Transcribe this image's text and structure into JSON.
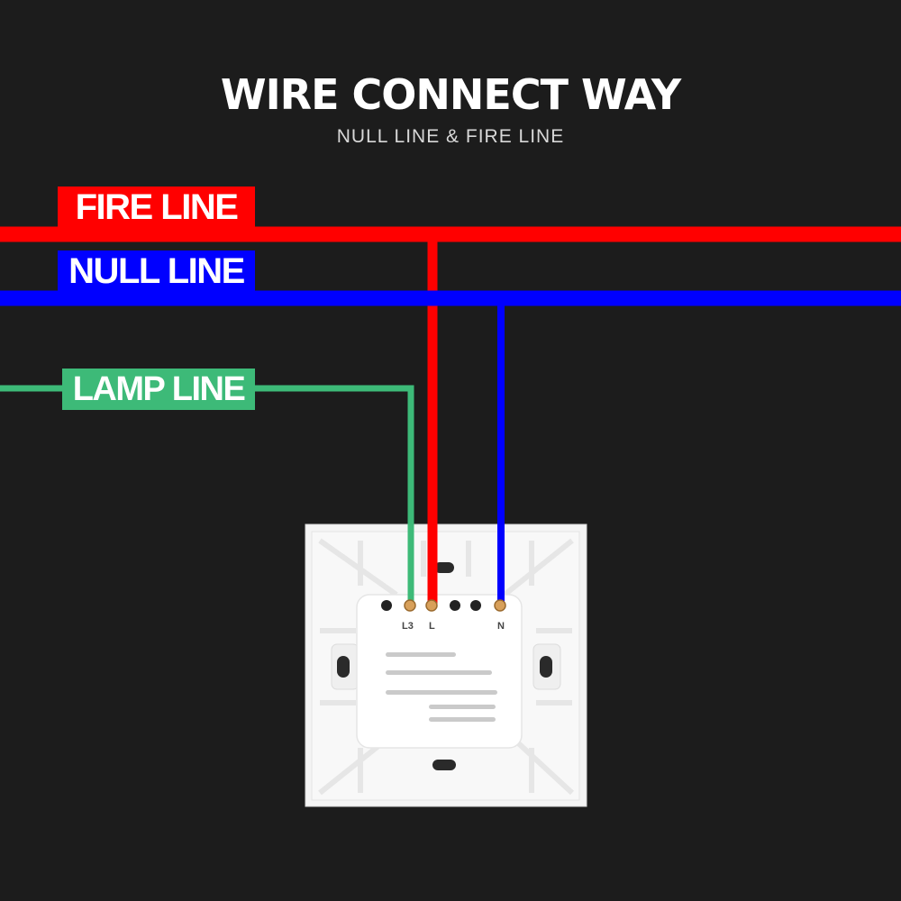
{
  "header": {
    "title": "WIRE CONNECT WAY",
    "subtitle": "NULL LINE & FIRE LINE"
  },
  "lines": {
    "fire": {
      "label": "FIRE LINE",
      "color": "#ff0000"
    },
    "null": {
      "label": "NULL LINE",
      "color": "#0000ff"
    },
    "lamp": {
      "label": "LAMP LINE",
      "color": "#3dba78"
    }
  },
  "switch": {
    "terminals": {
      "l3": "L3",
      "l": "L",
      "n": "N"
    },
    "color": "#f5f5f5"
  }
}
